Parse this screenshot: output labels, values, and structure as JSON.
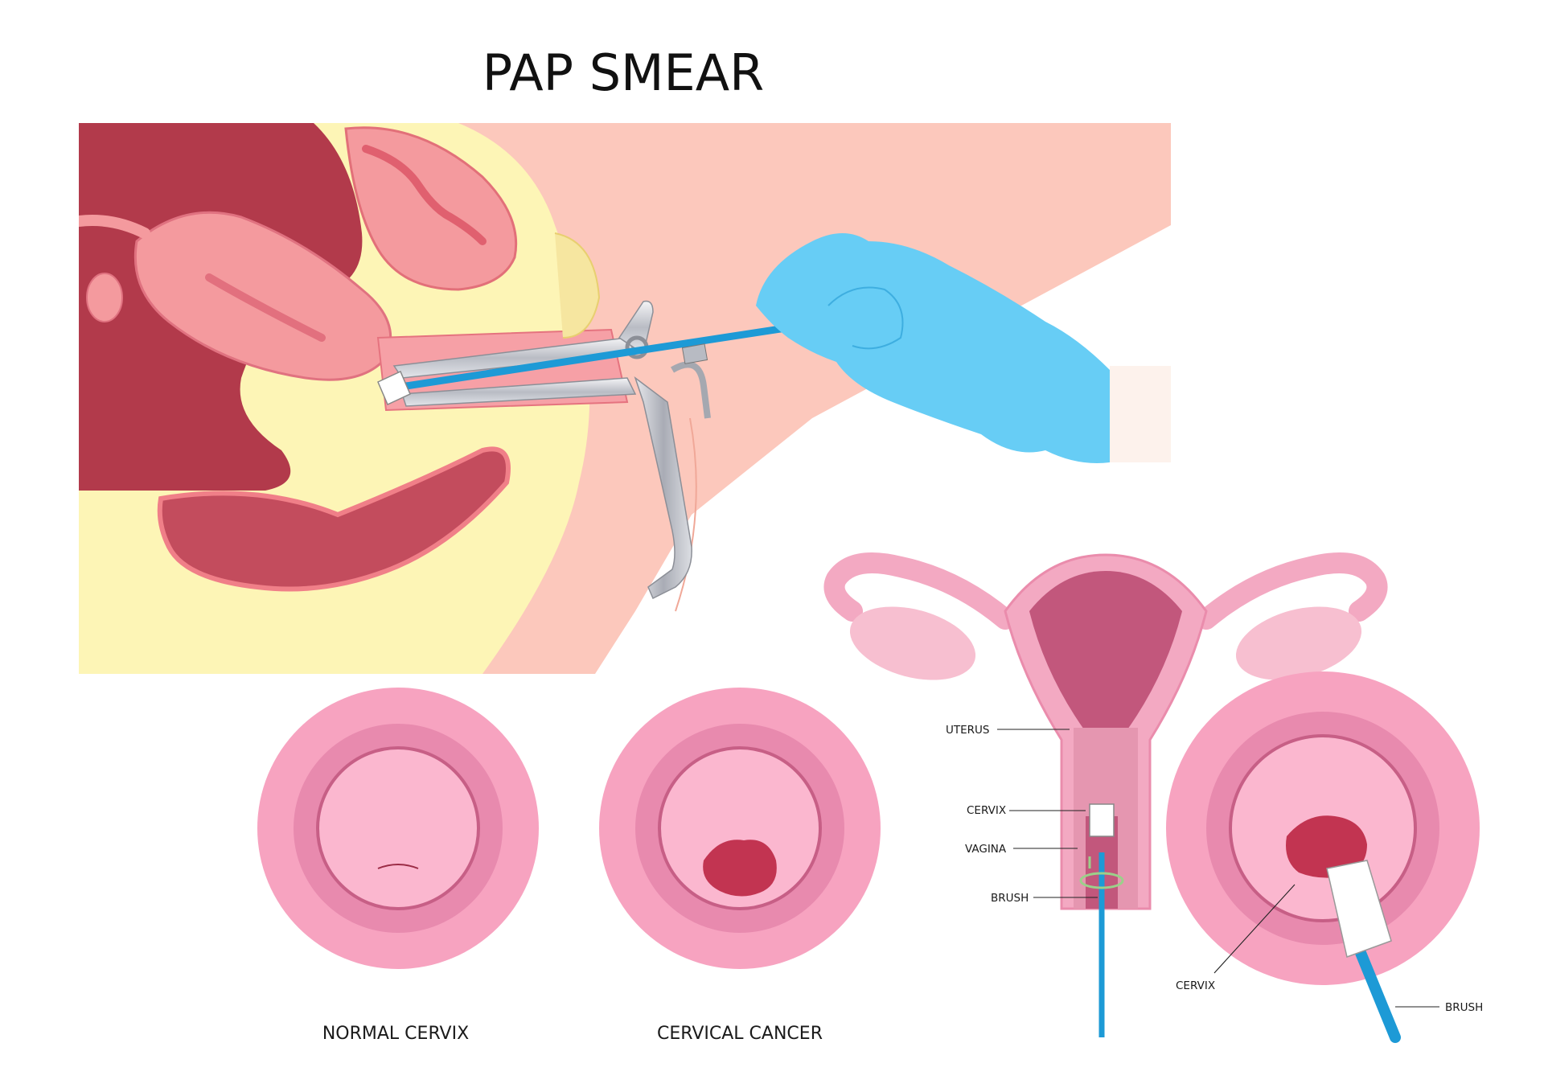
{
  "title": "PAP SMEAR",
  "captions": {
    "normal": "NORMAL CERVIX",
    "cancer": "CERVICAL CANCER"
  },
  "uterus_labels": {
    "uterus": "UTERUS",
    "cervix": "CERVIX",
    "vagina": "VAGINA",
    "brush": "BRUSH"
  },
  "closeup_labels": {
    "cervix": "CERVIX",
    "brush": "BRUSH"
  },
  "colors": {
    "tissue_dark": "#b23a4b",
    "tissue_pink": "#f49a9e",
    "fat_yellow": "#fdf5b6",
    "skin": "#fcc8bc",
    "glove": "#67cdf5",
    "instrument_blue": "#1d9ad6",
    "cervix_pink": "#f7a3c0",
    "uterus_inner": "#c2577c",
    "lesion": "#c23451"
  }
}
